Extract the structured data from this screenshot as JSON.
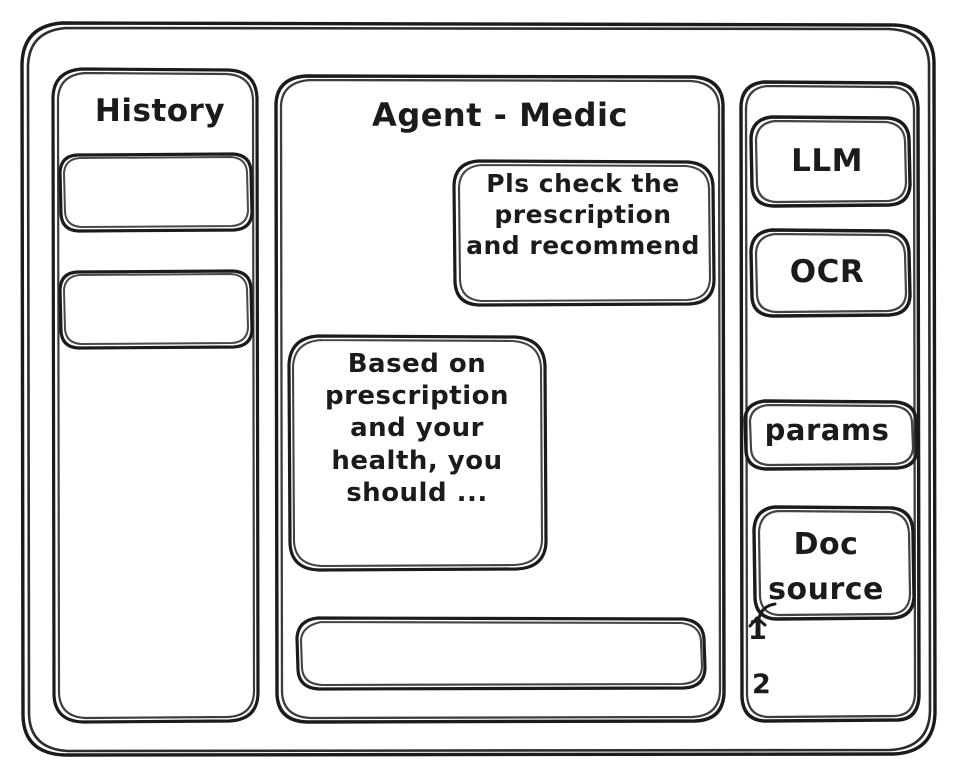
{
  "window": {
    "style": "hand-drawn wireframe sketch",
    "stroke_color": "#1b1b1b",
    "background_color": "#ffffff"
  },
  "sidebar_left": {
    "title": "History",
    "items": [
      {
        "label": "",
        "name": "history-item-1"
      },
      {
        "label": "",
        "name": "history-item-2"
      }
    ]
  },
  "main": {
    "title": "Agent - Medic",
    "messages": [
      {
        "role": "user",
        "text": "Pls check the\nprescription\nand recommend",
        "align": "right"
      },
      {
        "role": "agent",
        "text": "Based on\nprescription\nand your\nhealth, you\nshould ...",
        "align": "left"
      }
    ],
    "composer": {
      "value": "",
      "placeholder": ""
    }
  },
  "sidebar_right": {
    "buttons": [
      {
        "label": "LLM",
        "name": "llm"
      },
      {
        "label": "OCR",
        "name": "ocr"
      },
      {
        "label": "params",
        "name": "params"
      },
      {
        "label": "Doc\nsource",
        "name": "doc-source"
      }
    ],
    "doc_source_items": [
      {
        "label": "1"
      },
      {
        "label": "2"
      }
    ]
  }
}
